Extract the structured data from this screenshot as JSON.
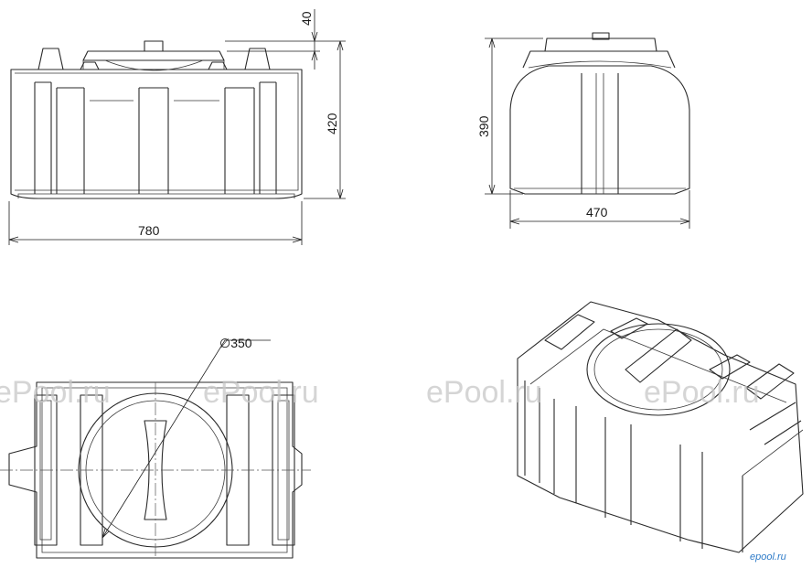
{
  "dimensions": {
    "lid_height": "40",
    "height_front": "420",
    "length": "780",
    "height_side": "390",
    "width": "470",
    "lid_diameter": "∅350"
  },
  "watermarks": [
    "ePool.ru",
    "ePool.ru",
    "ePool.ru",
    "ePool.ru"
  ],
  "logo_text": "epool.ru",
  "colors": {
    "line": "#2a2a2a",
    "watermark": "#c8c8c8",
    "logo": "#2e7bc8"
  }
}
